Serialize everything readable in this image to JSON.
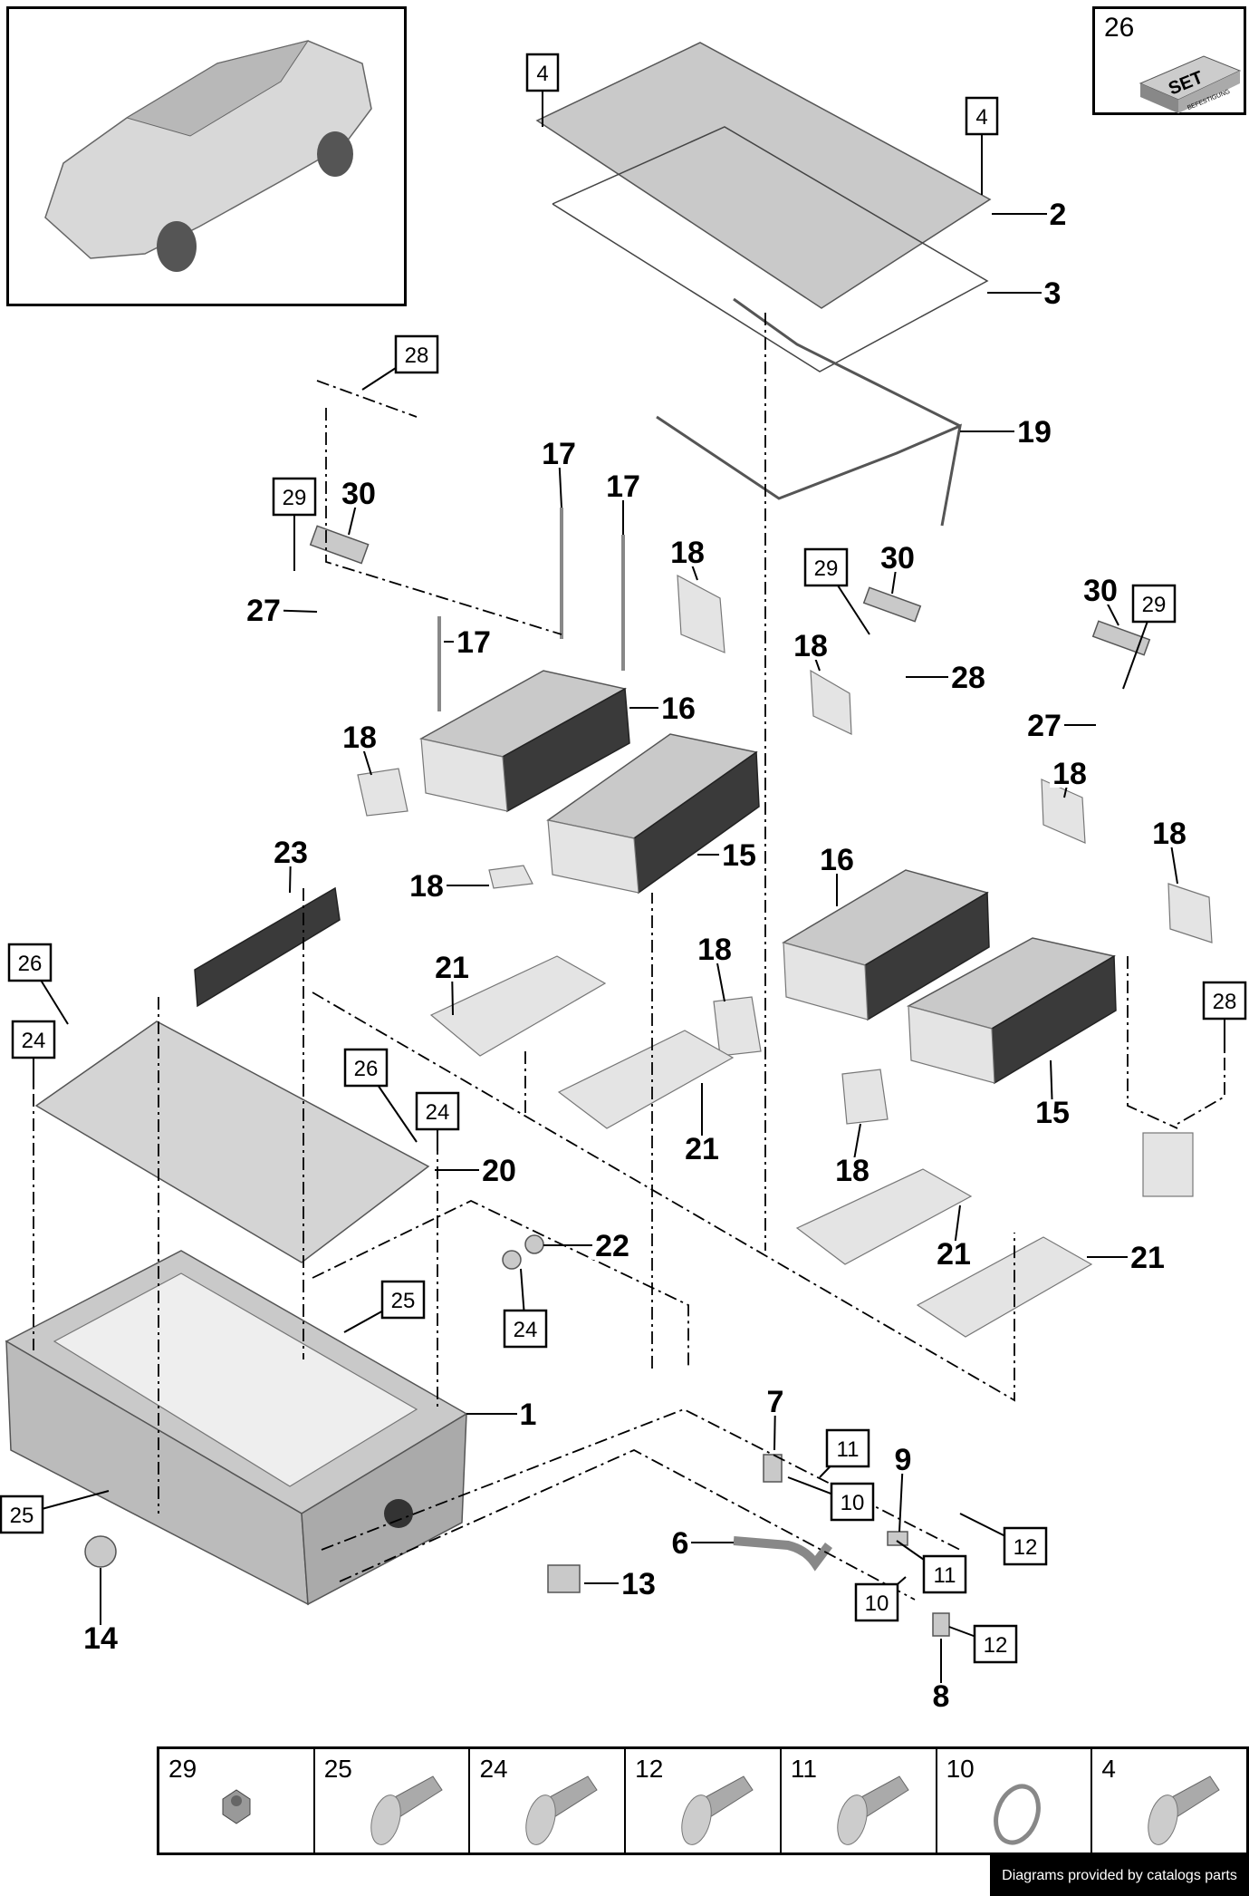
{
  "callouts": [
    "4",
    "4",
    "28",
    "29",
    "29",
    "29",
    "26",
    "24",
    "26",
    "24",
    "28",
    "25",
    "24",
    "11",
    "10",
    "12",
    "11",
    "10",
    "12",
    "25",
    "2",
    "3",
    "19",
    "17",
    "17",
    "30",
    "18",
    "27",
    "17",
    "30",
    "30",
    "28",
    "16",
    "18",
    "18",
    "27",
    "18",
    "23",
    "18",
    "15",
    "16",
    "18",
    "21",
    "18",
    "15",
    "21",
    "18",
    "20",
    "22",
    "21",
    "21",
    "1",
    "7",
    "9",
    "6",
    "13",
    "14",
    "8"
  ],
  "set_box": {
    "number": "26",
    "logo_text": "SET",
    "logo_subtext": "BEFESTIGUNG"
  },
  "legend_table": [
    {
      "number": "29",
      "icon": "nut-icon"
    },
    {
      "number": "25",
      "icon": "bolt-icon"
    },
    {
      "number": "24",
      "icon": "bolt-icon"
    },
    {
      "number": "12",
      "icon": "bolt-icon"
    },
    {
      "number": "11",
      "icon": "bolt-icon"
    },
    {
      "number": "10",
      "icon": "ring-icon"
    },
    {
      "number": "4",
      "icon": "bolt-icon"
    }
  ],
  "footer": {
    "text": "Diagrams provided by catalogs parts"
  }
}
